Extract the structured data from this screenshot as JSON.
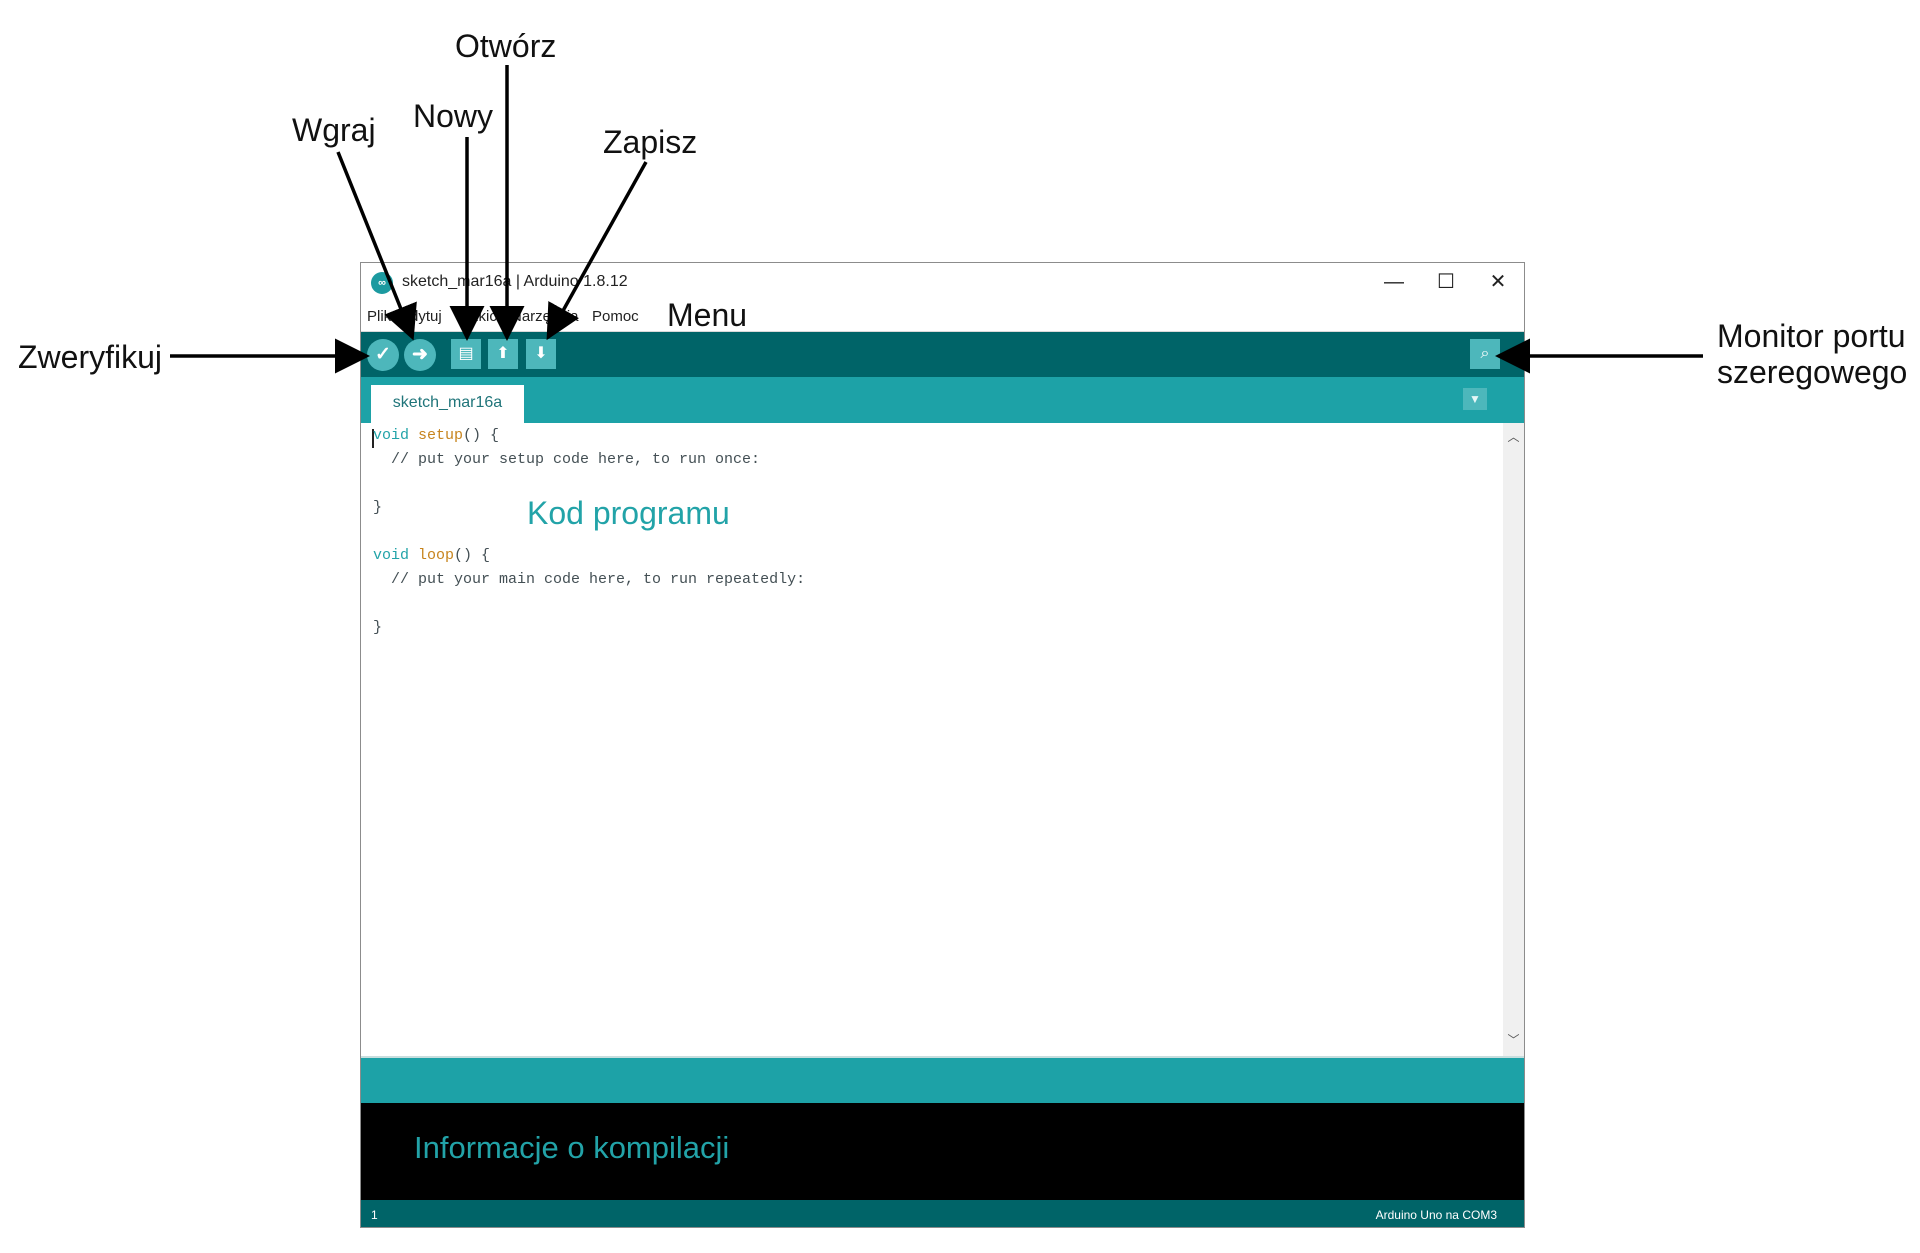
{
  "annotations": {
    "otworz": "Otwórz",
    "nowy": "Nowy",
    "wgraj": "Wgraj",
    "zapisz": "Zapisz",
    "zweryfikuj": "Zweryfikuj",
    "menu": "Menu",
    "monitor_line1": "Monitor portu",
    "monitor_line2": "szeregowego",
    "kod_programu": "Kod programu",
    "informacje": "Informacje o kompilacji"
  },
  "window": {
    "logo": "∞",
    "title": "sketch_mar16a | Arduino 1.8.12",
    "controls": {
      "minimize": "—",
      "maximize": "☐",
      "close": "✕"
    }
  },
  "menu": [
    "Plik",
    "Edytuj",
    "Szkic",
    "Narzędzia",
    "Pomoc"
  ],
  "toolbar": {
    "verify_icon": "check-icon",
    "upload_icon": "arrow-right-icon",
    "new_icon": "new-file-icon",
    "open_icon": "arrow-up-icon",
    "save_icon": "arrow-down-icon",
    "serial_monitor_icon": "magnifier-icon"
  },
  "tab": {
    "label": "sketch_mar16a"
  },
  "code": {
    "line1": {
      "kw": "void",
      "fn": "setup",
      "rest": "() {"
    },
    "line2": "  // put your setup code here, to run once:",
    "line3": "",
    "line4": "}",
    "line5": "",
    "line6": {
      "kw": "void",
      "fn": "loop",
      "rest": "() {"
    },
    "line7": "  // put your main code here, to run repeatedly:",
    "line8": "",
    "line9": "}"
  },
  "status": {
    "line": "1",
    "board": "Arduino Uno na COM3"
  },
  "colors": {
    "toolbar": "#006468",
    "tabbar": "#1da2a7",
    "button": "#4db7bb",
    "accent": "#22a3a8",
    "console": "#000000"
  }
}
